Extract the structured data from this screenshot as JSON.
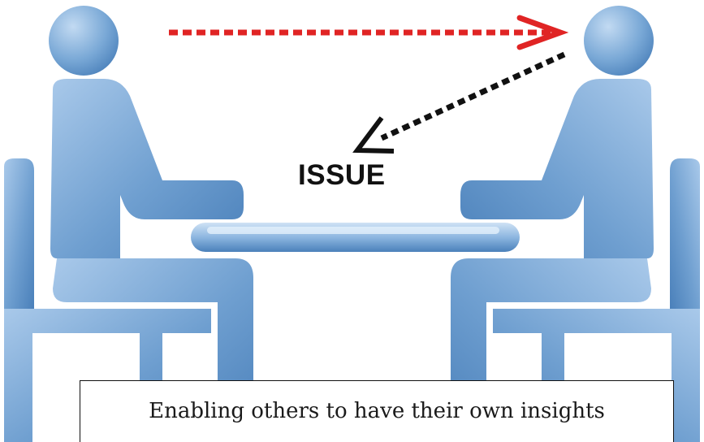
{
  "label": "ISSUE",
  "caption": "Enabling others to have their own insights",
  "colors": {
    "figure_fill": "#6f9fd0",
    "figure_light": "#a9c9ea",
    "figure_dark": "#3f73ad",
    "arrow_red": "#e02424",
    "arrow_black": "#111111"
  },
  "figures": [
    {
      "name": "left-person"
    },
    {
      "name": "right-person"
    }
  ]
}
